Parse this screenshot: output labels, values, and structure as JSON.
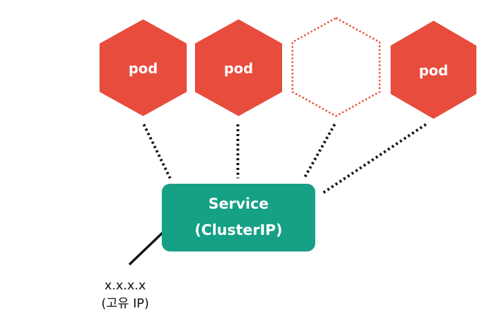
{
  "pods": [
    {
      "label": "pod",
      "state": "running"
    },
    {
      "label": "pod",
      "state": "running"
    },
    {
      "label": "",
      "state": "empty"
    },
    {
      "label": "pod",
      "state": "running"
    }
  ],
  "service": {
    "line1": "Service",
    "line2": "(ClusterIP)"
  },
  "ip": {
    "address": "x.x.x.x",
    "note": "(고유 IP)"
  },
  "colors": {
    "pod_fill": "#E84C3D",
    "pod_empty_stroke": "#E84C3D",
    "service_fill": "#16A085",
    "connector": "#111111",
    "text_on_shape": "#FFFFFF",
    "text_dark": "#111111"
  }
}
